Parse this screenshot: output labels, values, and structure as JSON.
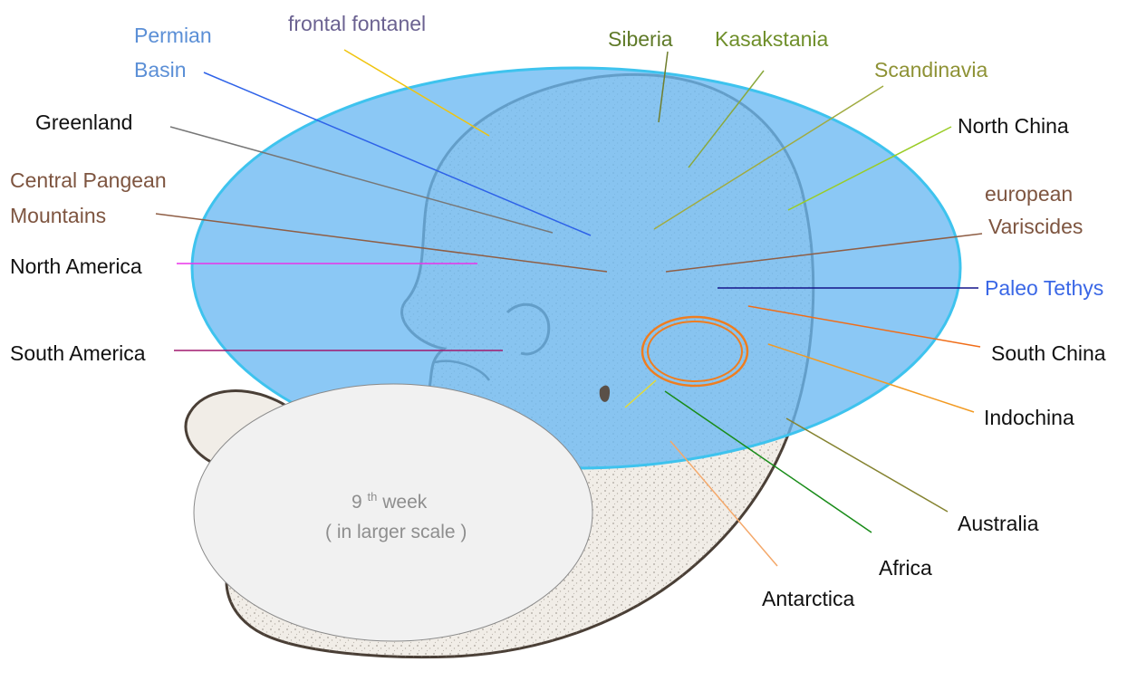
{
  "labels": {
    "permian_basin_1": "Permian",
    "permian_basin_2": "Basin",
    "frontal_fontanel": "frontal fontanel",
    "siberia": "Siberia",
    "kasakstania": "Kasakstania",
    "scandinavia": "Scandinavia",
    "greenland": "Greenland",
    "north_china": "North China",
    "central_pangean_1": "Central Pangean",
    "central_pangean_2": "Mountains",
    "european_variscides_1": "european",
    "european_variscides_2": "Variscides",
    "north_america": "North America",
    "paleo_tethys": "Paleo Tethys",
    "south_america": "South America",
    "south_china": "South China",
    "indochina": "Indochina",
    "australia": "Australia",
    "africa": "Africa",
    "antarctica": "Antarctica"
  },
  "inset": {
    "number": "9",
    "sup": "th",
    "word": "week",
    "line2": "( in larger scale )"
  },
  "colors": {
    "ocean_fill": "#6ab8f2",
    "ocean_stroke": "#3ec3ee",
    "embryo_fill": "#f1ede7",
    "embryo_outline": "#4a3f36",
    "inset_fill": "#f1f1f1",
    "permian": "#2e62e8",
    "fontanel": "#f0c40e",
    "siberia": "#6f7e2c",
    "kasakstania": "#8aa83c",
    "scandinavia": "#a0ab40",
    "greenland": "#777777",
    "north_china": "#9acc26",
    "central_pangean": "#8f5e45",
    "european": "#8f5e45",
    "north_america": "#ea32ea",
    "paleo_tethys": "#14148a",
    "south_america": "#a0196e",
    "south_china": "#f06d18",
    "indochina": "#f29a22",
    "australia": "#858330",
    "africa": "#198c19",
    "antarctica": "#f4a86a",
    "eye_ring": "#ef7d1f",
    "pointer_yellow": "#e6dc30"
  }
}
